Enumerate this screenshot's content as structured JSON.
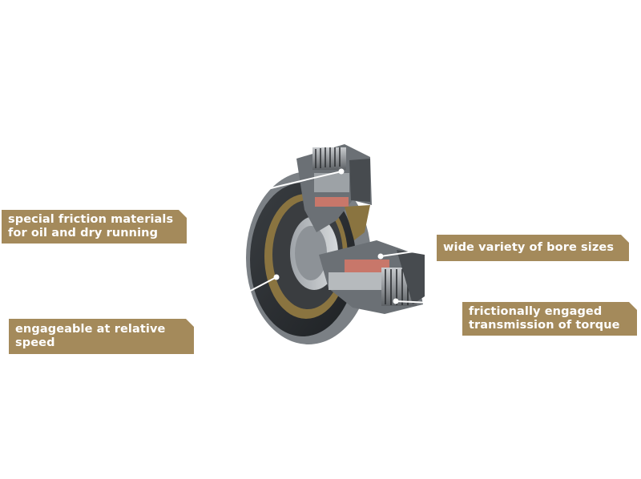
{
  "product_image": {
    "icon": "clutch-cutaway-icon",
    "colors": {
      "label_background": "#a48a5b",
      "label_text": "#ffffff",
      "housing_dark": "#2f3336",
      "housing_mid": "#6c7176",
      "brass": "#8a7440",
      "friction_lining": "#c8776a"
    }
  },
  "callouts": {
    "friction": {
      "line1": "special friction materials",
      "line2": "for oil and dry running"
    },
    "relative_speed": {
      "line1": "engageable at relative",
      "line2": "speed"
    },
    "bore_sizes": {
      "line1": "wide variety of bore sizes"
    },
    "torque": {
      "line1": "frictionally engaged",
      "line2": "transmission of torque"
    }
  }
}
